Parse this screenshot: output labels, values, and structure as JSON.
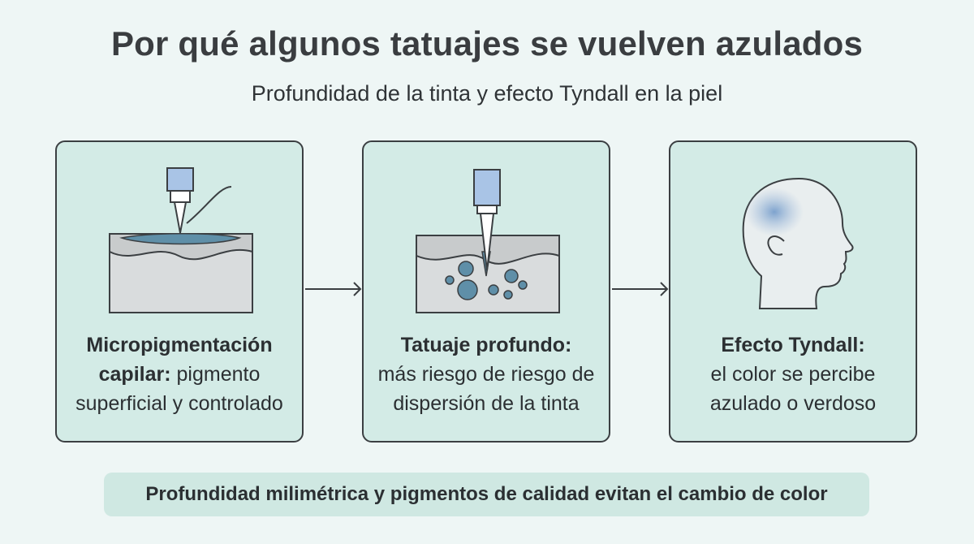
{
  "title": "Por qué algunos tatuajes se vuelven azulados",
  "subtitle": "Profundidad de la tinta y efecto Tyndall en la piel",
  "cards": [
    {
      "heading": "Micropigmentación capilar:",
      "body": "pigmento superficial y controlado",
      "icon": "needle-superficial-skin-icon"
    },
    {
      "heading": "Tatuaje profundo:",
      "body": "más riesgo de riesgo de dispersión de la tinta",
      "icon": "needle-deep-skin-icon"
    },
    {
      "heading": "Efecto Tyndall:",
      "body": "el color se percibe azulado o verdoso",
      "icon": "head-profile-icon"
    }
  ],
  "footer": "Profundidad milimétrica y pigmentos de calidad evitan el cambio de color",
  "colors": {
    "background": "#eef6f5",
    "card": "#d3ebe6",
    "border": "#3b3f42",
    "ink": "#5f8fa8",
    "skin": "#d9dcdd",
    "needle_tip": "#a9c4e6"
  }
}
